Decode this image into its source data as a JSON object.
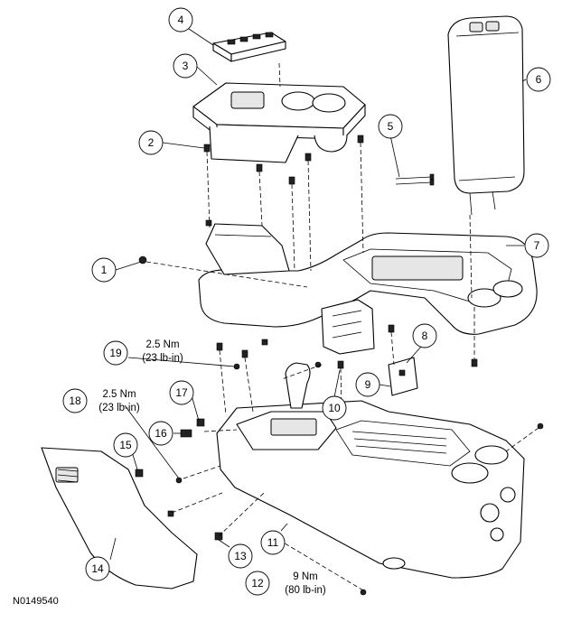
{
  "figure_id": "N0149540",
  "callouts": [
    {
      "number": "1"
    },
    {
      "number": "2"
    },
    {
      "number": "3"
    },
    {
      "number": "4"
    },
    {
      "number": "5"
    },
    {
      "number": "6"
    },
    {
      "number": "7"
    },
    {
      "number": "8"
    },
    {
      "number": "9"
    },
    {
      "number": "10"
    },
    {
      "number": "11"
    },
    {
      "number": "12"
    },
    {
      "number": "13"
    },
    {
      "number": "14"
    },
    {
      "number": "15"
    },
    {
      "number": "16"
    },
    {
      "number": "17"
    },
    {
      "number": "18"
    },
    {
      "number": "19"
    }
  ],
  "torque_specs": [
    {
      "for_callout": "19",
      "metric": "2.5 Nm",
      "imperial": "(23 lb-in)"
    },
    {
      "for_callout": "18",
      "metric": "2.5 Nm",
      "imperial": "(23 lb-in)"
    },
    {
      "for_callout": "12",
      "metric": "9 Nm",
      "imperial": "(80 lb-in)"
    }
  ]
}
